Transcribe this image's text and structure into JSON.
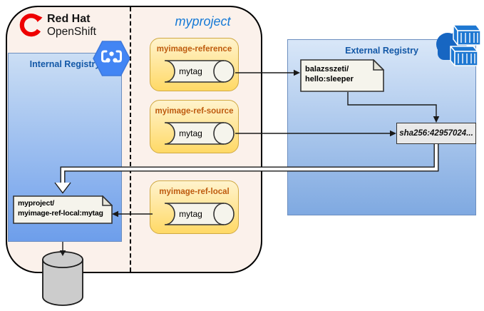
{
  "openshift": {
    "brand": {
      "line1": "Red Hat",
      "line2": "OpenShift"
    },
    "logo_icon": "openshift-logo-icon",
    "project_label": "myproject"
  },
  "internal_registry": {
    "title": "Internal Registry",
    "icon": "container-registry-hexagon-icon",
    "local_image_note": {
      "line1": "myproject/",
      "line2": "myimage-ref-local:mytag"
    }
  },
  "image_streams": [
    {
      "name": "myimage-reference",
      "tag": "mytag"
    },
    {
      "name": "myimage-ref-source",
      "tag": "mytag"
    },
    {
      "name": "myimage-ref-local",
      "tag": "mytag"
    }
  ],
  "external_registry": {
    "title": "External Registry",
    "icon": "cloud-container-registry-icon",
    "remote_image_note": {
      "line1": "balazsszeti/",
      "line2": "hello:sleeper"
    },
    "image_digest": "sha256:42957024..."
  },
  "storage": {
    "icon": "database-cylinder-icon"
  },
  "colors": {
    "container_fill": "#FBF1EB",
    "registry_fill_top": "#CBDEF4",
    "registry_fill_bottom": "#6D9EEB",
    "registry_border": "#6C8EBF",
    "registry_title_text": "#1358A7",
    "stream_fill_top": "#FFF3CD",
    "stream_fill_bottom": "#FFD966",
    "stream_border": "#D0A942",
    "stream_label_text": "#BE5B0E",
    "project_label_text": "#1579D6",
    "redhat_red": "#EE0000",
    "hexagon_icon_blue": "#4285F4",
    "cloud_icon_blue": "#1766C2",
    "note_fill": "#F5F4EC",
    "digest_fill": "#E9E9E9"
  }
}
